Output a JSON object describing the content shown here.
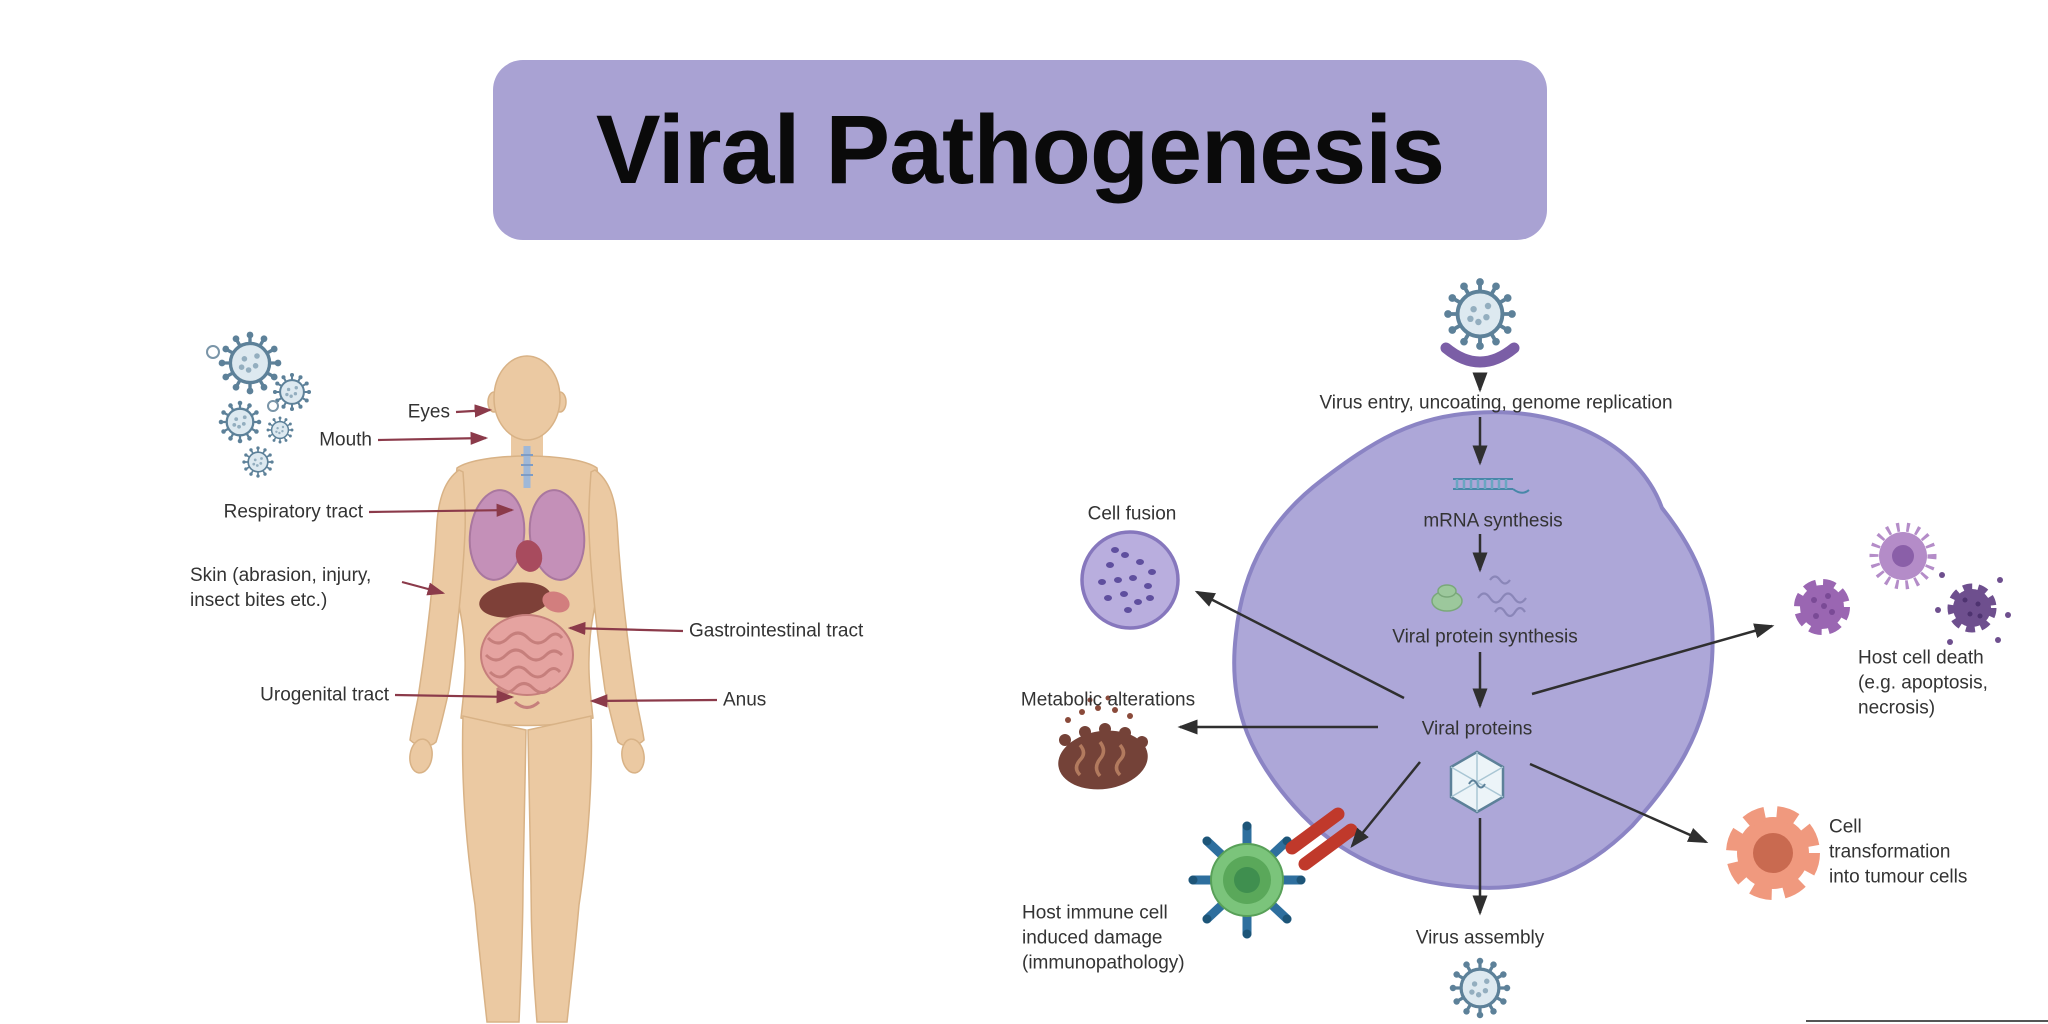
{
  "title": "Viral Pathogenesis",
  "entry_routes": {
    "eyes": "Eyes",
    "mouth": "Mouth",
    "respiratory_tract": "Respiratory tract",
    "skin": "Skin (abrasion, injury,\ninsect bites etc.)",
    "gastrointestinal_tract": "Gastrointestinal tract",
    "urogenital_tract": "Urogenital tract",
    "anus": "Anus"
  },
  "cell_diagram": {
    "virus_entry": "Virus entry, uncoating, genome replication",
    "mrna_synthesis": "mRNA synthesis",
    "viral_protein_synthesis": "Viral protein synthesis",
    "viral_proteins": "Viral proteins",
    "outcomes": {
      "cell_fusion": "Cell fusion",
      "metabolic_alterations": "Metabolic alterations",
      "host_immune_damage": "Host immune cell\ninduced damage\n(immunopathology)",
      "virus_assembly": "Virus assembly",
      "cell_transformation": "Cell\ntransformation\ninto tumour cells",
      "host_cell_death": "Host cell death\n(e.g. apoptosis,\nnecrosis)"
    }
  },
  "icons": {
    "virus_particle": "spiky-virion-circle",
    "capsid": "hexagonal-capsid",
    "receptor": "purple-receptor-cup",
    "mrna": "mrna-strand",
    "ribosome": "green-ribosome-blob",
    "fused_cell": "purple-speckled-cell",
    "mitochondria": "damaged-mitochondria",
    "immune_cell": "green-immune-cell-with-receptors",
    "tumour_cell": "pink-lumpy-tumour-cell",
    "dying_cells": "purple-apoptotic-cells"
  },
  "colors": {
    "banner": "#a9a2d3",
    "cell_fill": "#a7a0d5",
    "cell_stroke": "#8b84c4",
    "body_label_arrow": "#8b3a4a",
    "diagram_arrow": "#2f2f2f",
    "skin": "#ebc9a2",
    "virus_outline": "#5d8199",
    "immune_green": "#7bc47b",
    "tumour_pink": "#f0997e",
    "mitochondria_brown": "#744238"
  }
}
